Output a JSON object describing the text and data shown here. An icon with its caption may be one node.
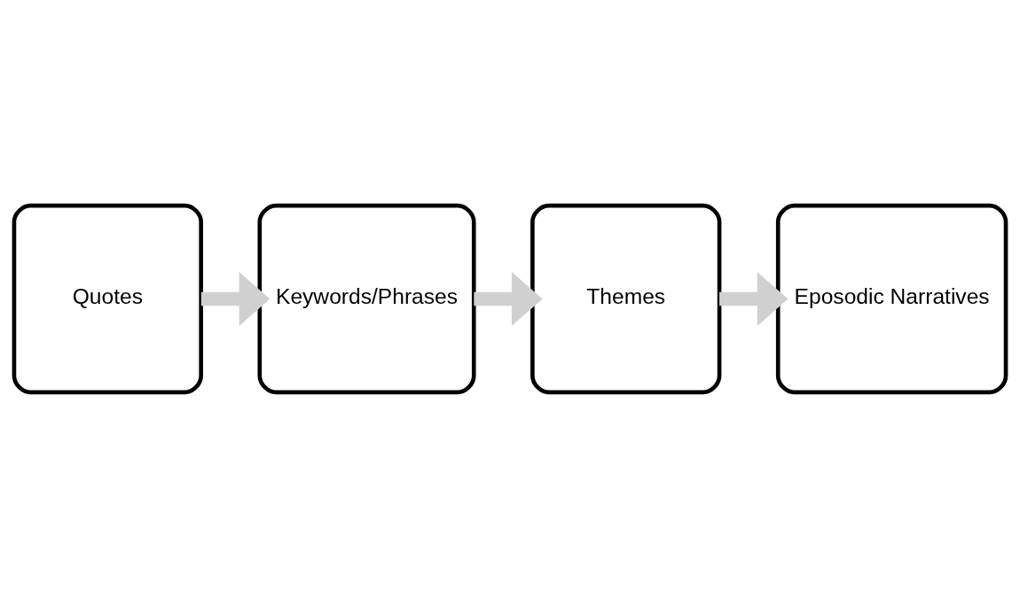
{
  "diagram": {
    "nodes": [
      {
        "text": [
          "Quotes"
        ]
      },
      {
        "text": [
          "Keywords/Phrases"
        ]
      },
      {
        "text": [
          "Themes"
        ]
      },
      {
        "text": [
          "Eposodic Narratives"
        ]
      }
    ],
    "edges": [
      {
        "from": 0,
        "to": 1,
        "arrow": "to"
      },
      {
        "from": 1,
        "to": 2,
        "arrow": "to"
      },
      {
        "from": 2,
        "to": 3,
        "arrow": "to"
      }
    ]
  }
}
